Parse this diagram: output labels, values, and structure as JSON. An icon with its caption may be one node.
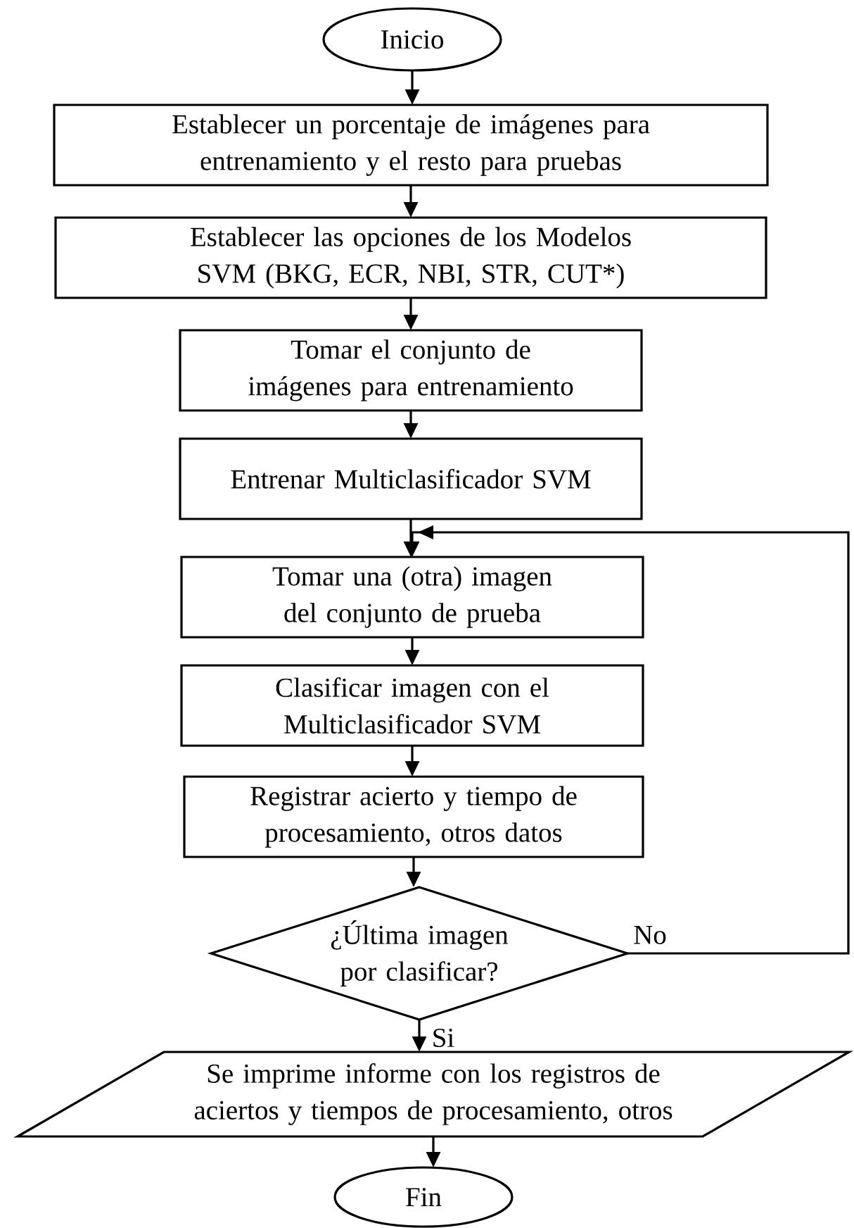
{
  "diagram": {
    "nodes": [
      {
        "text": [
          "Inicio"
        ]
      },
      {
        "text": [
          "Establecer un porcentaje de imágenes para entrenamiento y el resto para pruebas"
        ]
      },
      {
        "text": [
          "Establecer las opciones de los Modelos SVM (BKG, ECR, NBI, STR, CUT*)"
        ]
      },
      {
        "text": [
          "Tomar el conjunto de imágenes para entrenamiento"
        ]
      },
      {
        "text": [
          "Entrenar Multiclasificador SVM"
        ]
      },
      {
        "text": [
          "Tomar una (otra) imagen del conjunto de prueba"
        ]
      },
      {
        "text": [
          "Clasificar imagen con el Multiclasificador SVM"
        ]
      },
      {
        "text": [
          "Registrar acierto y tiempo de procesamiento, otros datos"
        ]
      },
      {
        "text": [
          "¿Última imagen por clasificar?"
        ]
      },
      {
        "text": [
          "Se imprime informe con los registros de aciertos y tiempos de procesamiento, otros"
        ]
      },
      {
        "text": [
          "Fin"
        ]
      }
    ],
    "edges": [
      {
        "from": 0,
        "to": 1,
        "arrow": "to"
      },
      {
        "from": 1,
        "to": 2,
        "arrow": "to"
      },
      {
        "from": 2,
        "to": 3,
        "arrow": "to"
      },
      {
        "from": 3,
        "to": 4,
        "arrow": "to"
      },
      {
        "from": 4,
        "to": 5,
        "arrow": "to"
      },
      {
        "from": 5,
        "to": 6,
        "arrow": "to"
      },
      {
        "from": 6,
        "to": 7,
        "arrow": "to"
      },
      {
        "from": 7,
        "to": 8,
        "arrow": "to"
      },
      {
        "from": 8,
        "to": 9,
        "arrow": "to",
        "label": "Si"
      },
      {
        "from": 8,
        "to": 5,
        "arrow": "to",
        "label": "No"
      },
      {
        "from": 9,
        "to": 10,
        "arrow": "to"
      }
    ]
  }
}
